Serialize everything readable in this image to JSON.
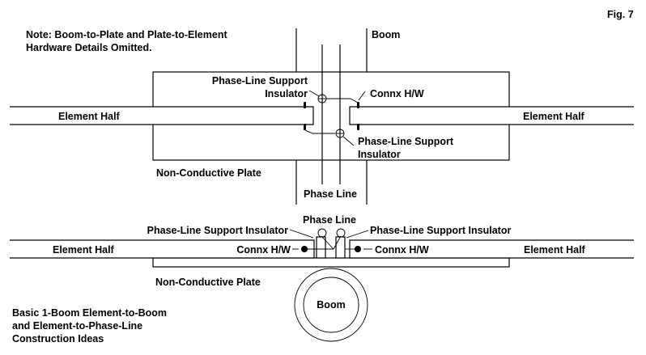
{
  "figure_label": "Fig. 7",
  "note": {
    "line1": "Note:  Boom-to-Plate and Plate-to-Element",
    "line2": "Hardware Details Omitted."
  },
  "top_view": {
    "boom_label": "Boom",
    "element_half_left": "Element Half",
    "element_half_right": "Element Half",
    "insulator_upper": {
      "line1": "Phase-Line Support",
      "line2": "Insulator"
    },
    "insulator_lower": {
      "line1": "Phase-Line Support",
      "line2": "Insulator"
    },
    "connx_label": "Connx H/W",
    "plate_label": "Non-Conductive Plate",
    "phase_line_label": "Phase Line"
  },
  "side_view": {
    "phase_line_label": "Phase Line",
    "insulator_left": "Phase-Line Support Insulator",
    "insulator_right": "Phase-Line Support Insulator",
    "element_half_left": "Element Half",
    "element_half_right": "Element Half",
    "connx_left": "Connx H/W",
    "connx_right": "Connx H/W",
    "plate_label": "Non-Conductive Plate",
    "boom_label": "Boom"
  },
  "caption": {
    "line1": "Basic 1-Boom Element-to-Boom",
    "line2": "and Element-to-Phase-Line",
    "line3": "Construction Ideas"
  }
}
